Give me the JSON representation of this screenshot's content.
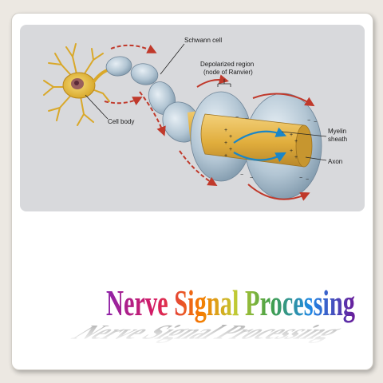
{
  "diagram": {
    "labels": {
      "schwann": "Schwann cell",
      "depol_line1": "Depolarized region",
      "depol_line2": "(node of Ranvier)",
      "cellbody": "Cell body",
      "myelin_line1": "Myelin",
      "myelin_line2": "sheath",
      "axon": "Axon"
    }
  },
  "slide": {
    "title": "Nerve Signal Processing",
    "title_words": [
      "Nerve",
      "Signal",
      "Processing"
    ]
  },
  "colors": {
    "background": "#ece8e2",
    "panel": "#d8d9dc",
    "myelin": "#b9cad6",
    "axon": "#e2b347",
    "cell_body": "#e8c44b",
    "arrow_red": "#c0392b",
    "arrow_blue": "#1a86c8"
  }
}
